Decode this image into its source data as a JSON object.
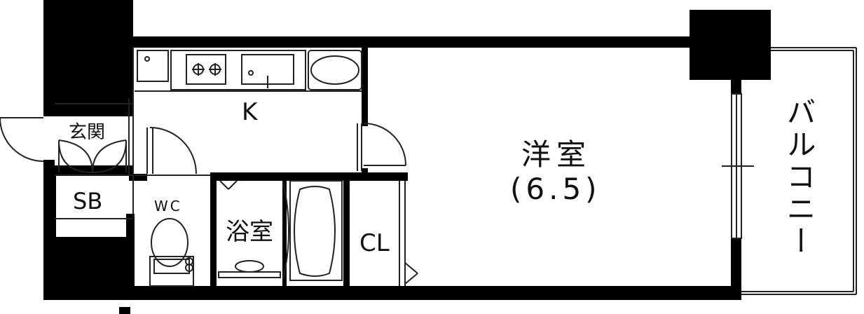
{
  "rooms": {
    "kitchen": "K",
    "entrance": "玄関",
    "shoe_box": "SB",
    "toilet": "WC",
    "bathroom": "浴室",
    "closet": "CL",
    "western_room": "洋室",
    "western_room_size": "(6.5)",
    "balcony": "バルコニー"
  },
  "colors": {
    "wall": "#000000",
    "line": "#222222",
    "background": "#ffffff"
  },
  "icons": [
    "refrigerator-icon",
    "stove-icon",
    "sink-icon",
    "washbasin-icon",
    "toilet-icon",
    "bathtub-icon",
    "door-swing-icon",
    "window-icon",
    "north-arrow-icon"
  ]
}
